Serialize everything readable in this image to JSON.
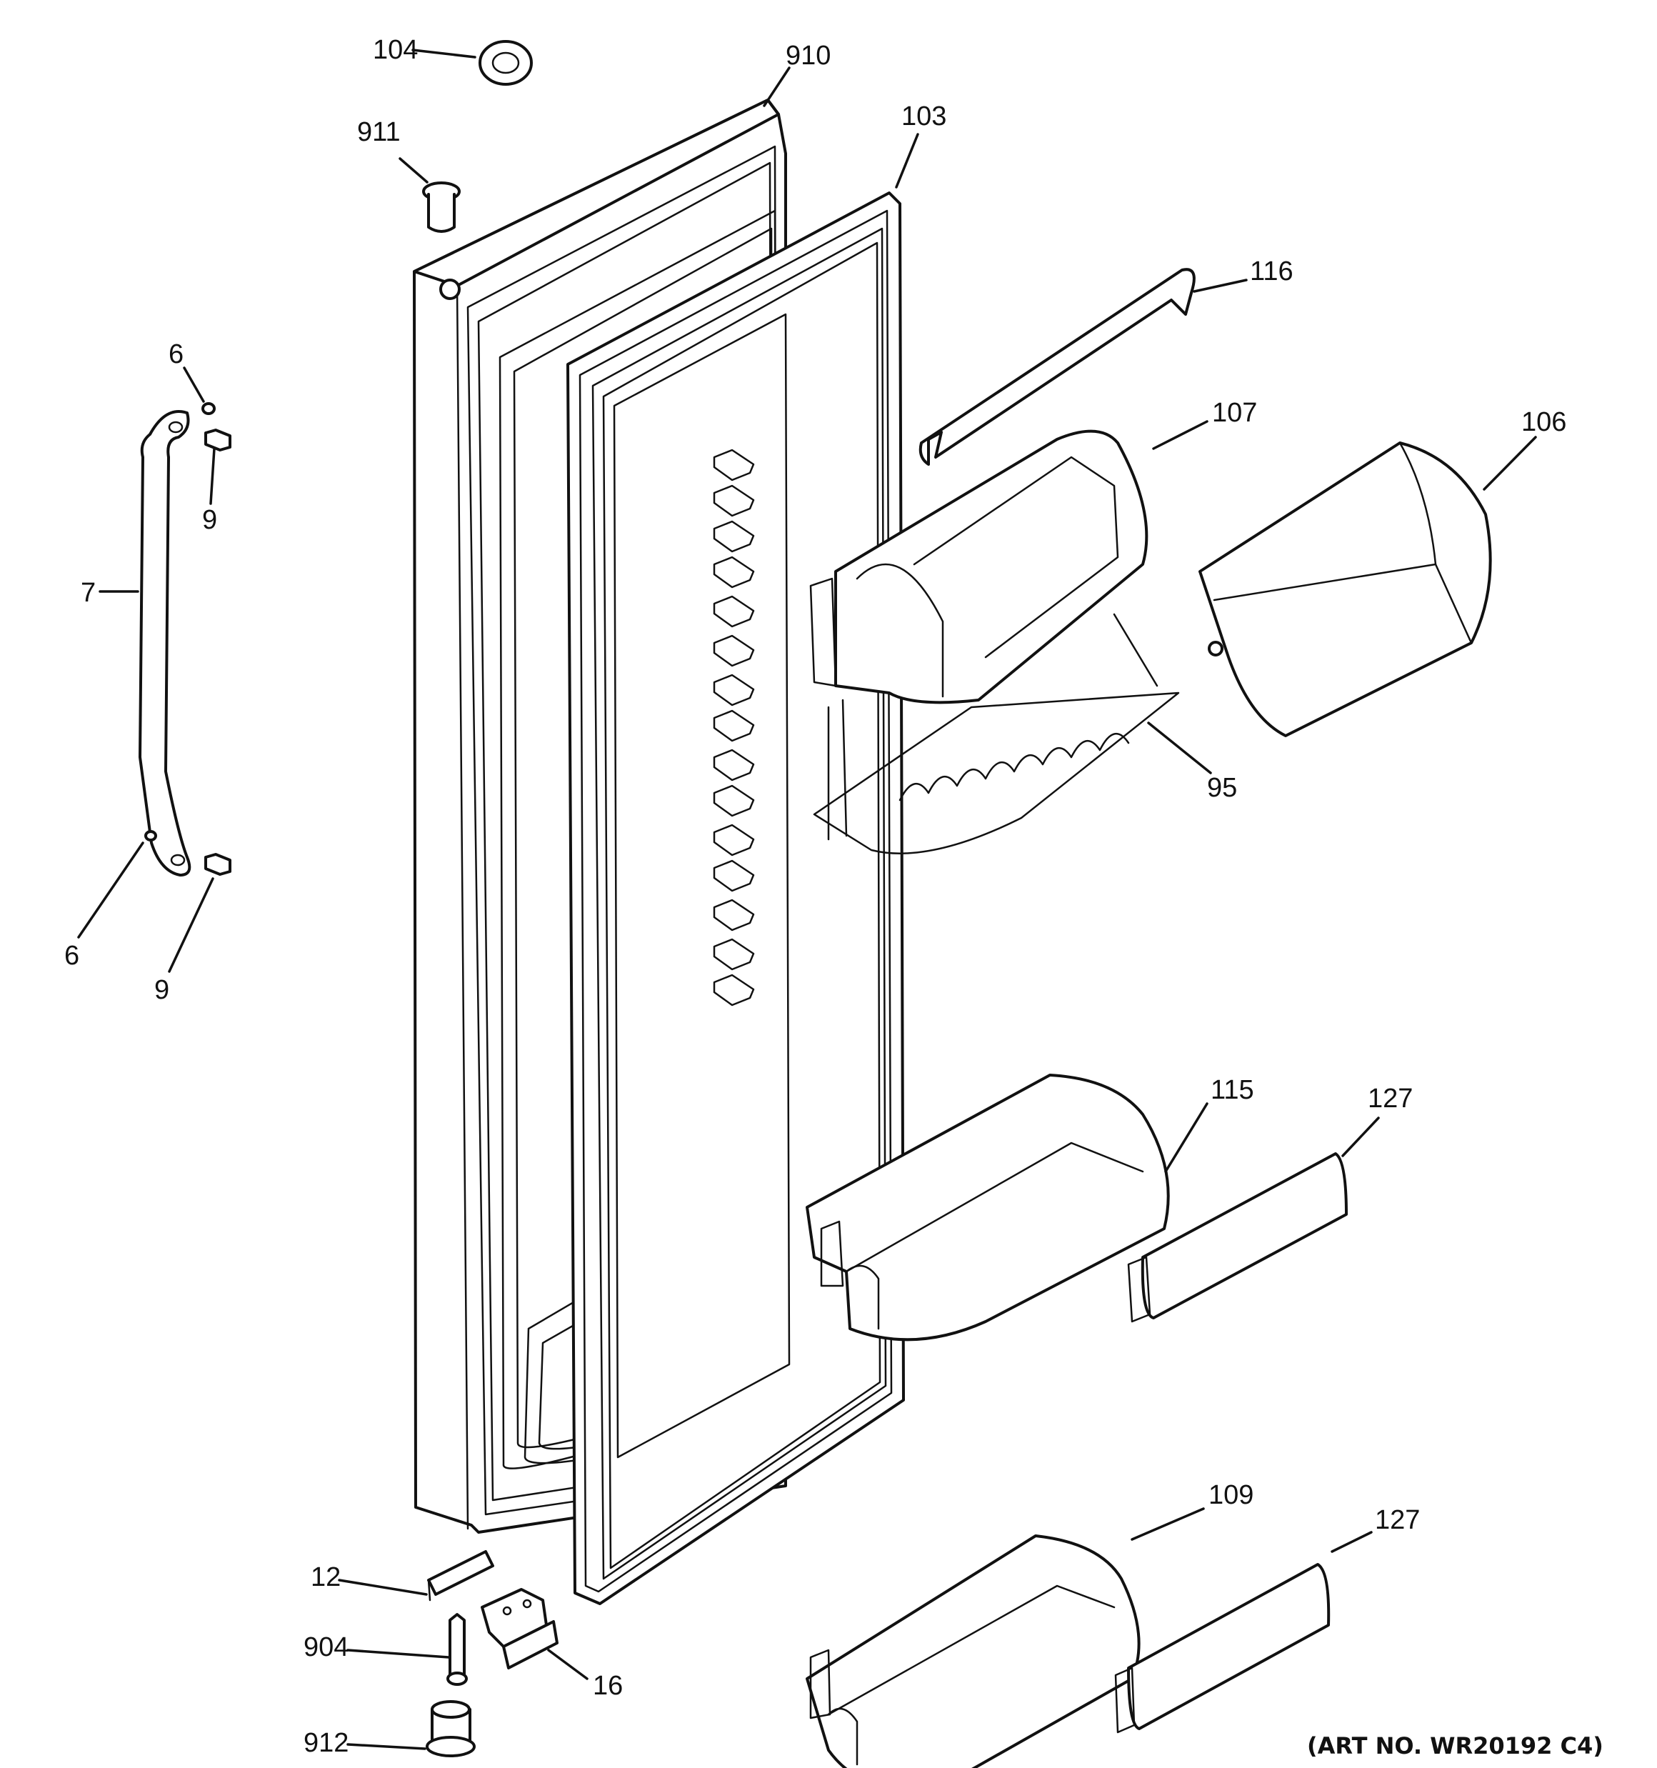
{
  "diagram": {
    "art_number": "(ART NO. WR20192 C4)",
    "callouts": [
      {
        "id": "104",
        "text": "104"
      },
      {
        "id": "910",
        "text": "910"
      },
      {
        "id": "911",
        "text": "911"
      },
      {
        "id": "103",
        "text": "103"
      },
      {
        "id": "116",
        "text": "116"
      },
      {
        "id": "6a",
        "text": "6"
      },
      {
        "id": "9a",
        "text": "9"
      },
      {
        "id": "7",
        "text": "7"
      },
      {
        "id": "107",
        "text": "107"
      },
      {
        "id": "106",
        "text": "106"
      },
      {
        "id": "95",
        "text": "95"
      },
      {
        "id": "6b",
        "text": "6"
      },
      {
        "id": "9b",
        "text": "9"
      },
      {
        "id": "115",
        "text": "115"
      },
      {
        "id": "127a",
        "text": "127"
      },
      {
        "id": "109",
        "text": "109"
      },
      {
        "id": "127b",
        "text": "127"
      },
      {
        "id": "12",
        "text": "12"
      },
      {
        "id": "904",
        "text": "904"
      },
      {
        "id": "16",
        "text": "16"
      },
      {
        "id": "912",
        "text": "912"
      }
    ]
  }
}
